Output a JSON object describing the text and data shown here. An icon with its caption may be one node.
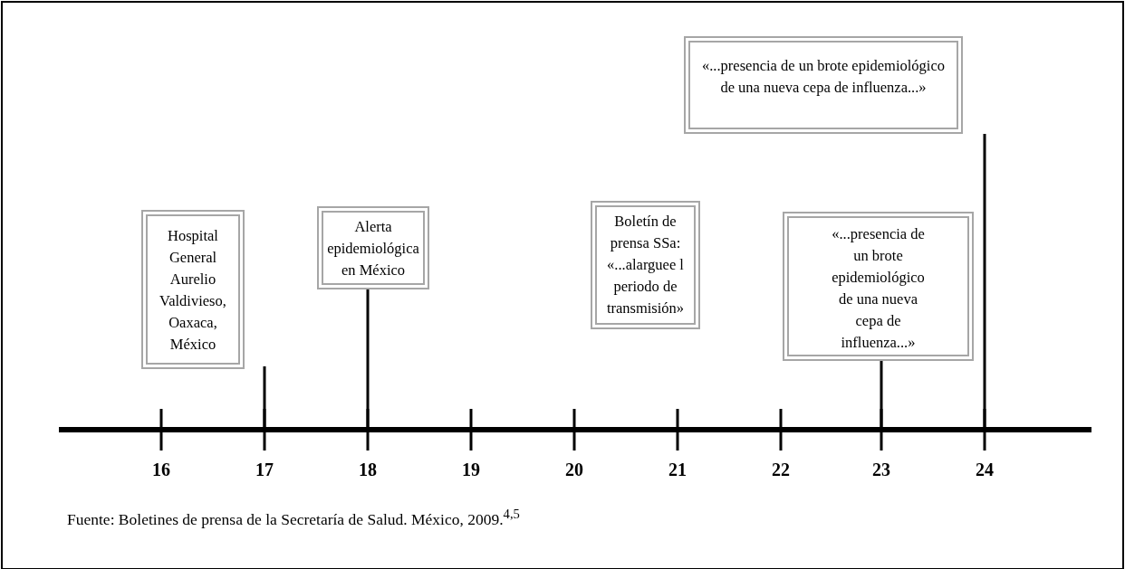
{
  "diagram": {
    "caption": "Fuente: Boletines de prensa de la Secretaría de Salud. México, 2009.$^{4,5}$",
    "nodes": [
      {
        "text": [
          "Hospital General Aurelio Valdivieso, Oaxaca, México"
        ]
      },
      {
        "text": [
          "Alerta epidemiológica en México"
        ]
      },
      {
        "text": [
          "Boletín de prensa SSa: «...alarguee l periodo de transmisión»"
        ]
      },
      {
        "text": [
          "«...presencia de un brote epidemiológico de una nueva cepa de influenza...»"
        ]
      },
      {
        "text": [
          "«...presencia de un brote epidemiológico de una nueva cepa de influenza...»"
        ]
      }
    ],
    "edges": [
      {
        "from": null,
        "to": 1,
        "arrow": "none"
      },
      {
        "from": null,
        "to": 3,
        "arrow": "none"
      }
    ],
    "labels": [
      "16",
      "17",
      "18",
      "19",
      "20",
      "21",
      "22",
      "23",
      "24"
    ]
  }
}
